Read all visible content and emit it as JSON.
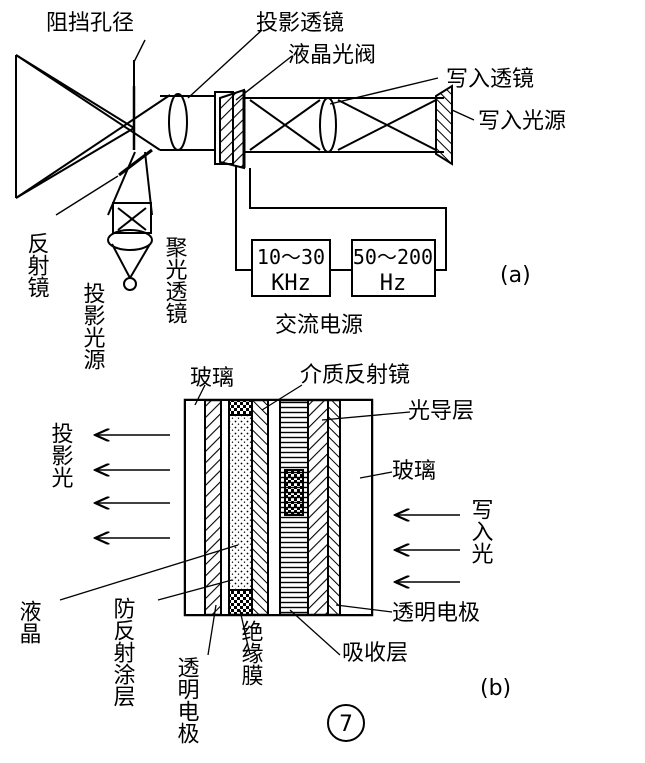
{
  "figure_number": "7",
  "colors": {
    "ink": "#000000",
    "paper": "#ffffff"
  },
  "panel_a": {
    "label": "(a)",
    "aperture_stop": "阻挡孔径",
    "projection_lens": "投影透镜",
    "lc_light_valve": "液晶光阀",
    "write_lens": "写入透镜",
    "write_light_source": "写入光源",
    "mirror": "反射镜",
    "projection_light_source": "投影光源",
    "condenser_lens": "聚光透镜",
    "box1_line1": "10～30",
    "box1_line2": "KHz",
    "box2_line1": "50～200",
    "box2_line2": "Hz",
    "ac_power": "交流电源"
  },
  "panel_b": {
    "label": "(b)",
    "glass_left": "玻璃",
    "dielectric_mirror": "介质反射镜",
    "photoconductor": "光导层",
    "glass_right": "玻璃",
    "projection_light": "投影光",
    "write_light": "写入光",
    "liquid_crystal": "液晶",
    "anti_reflection": "防反射涂层",
    "transparent_electrode_left": "透明电极",
    "insulating_film": "绝缘膜",
    "absorption_layer": "吸收层",
    "transparent_electrode_right": "透明电极"
  }
}
